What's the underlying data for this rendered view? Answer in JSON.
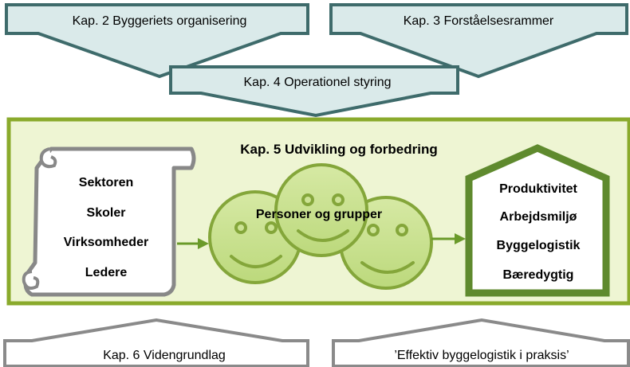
{
  "top_arrows": {
    "chapter2": "Kap. 2 Byggeriets organisering",
    "chapter3": "Kap. 3 Forståelsesrammer",
    "chapter4": "Kap. 4 Operationel styring"
  },
  "main_panel": {
    "title": "Kap. 5 Udvikling og forbedring",
    "scroll_items": [
      "Sektoren",
      "Skoler",
      "Virksomheder",
      "Ledere"
    ],
    "people_label": "Personer og grupper",
    "house_items": [
      "Produktivitet",
      "Arbejdsmiljø",
      "Byggelogistik",
      "Bæredygtig"
    ]
  },
  "bottom_arrows": {
    "chapter6": "Kap. 6 Videngrundlag",
    "book": "’Effektiv byggelogistik i praksis’"
  },
  "colors": {
    "arrow_fill": "#daeaea",
    "arrow_stroke": "#3e6b6b",
    "panel_fill": "#eef5d3",
    "panel_stroke": "#8aaa2c",
    "face_fill": "#c9e08e",
    "face_stroke": "#84a63a",
    "house_stroke": "#5f8a2e",
    "bottom_stroke": "#8a8a8a"
  }
}
